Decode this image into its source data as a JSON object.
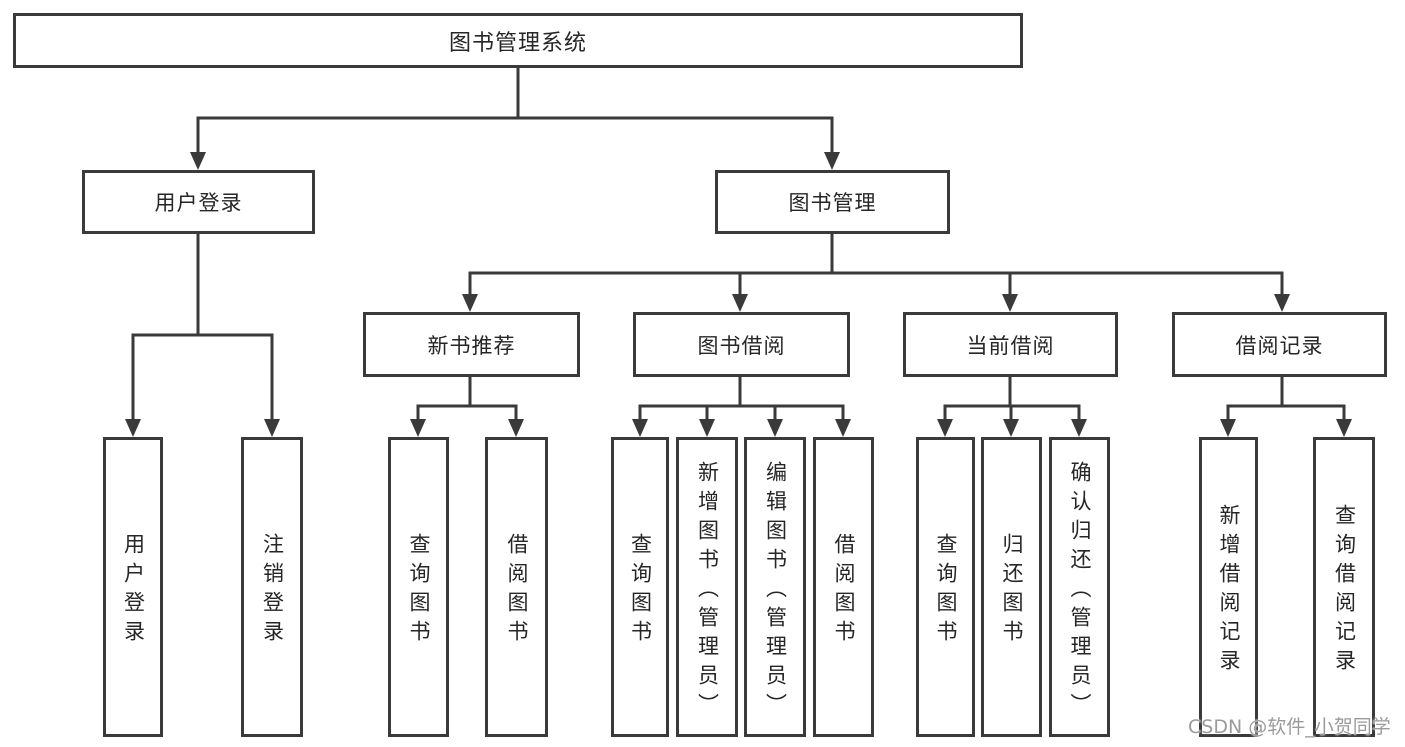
{
  "tree": {
    "label": "图书管理系统",
    "children": [
      {
        "label": "用户登录",
        "children": [
          {
            "label": "用户登录"
          },
          {
            "label": "注销登录"
          }
        ]
      },
      {
        "label": "图书管理",
        "children": [
          {
            "label": "新书推荐",
            "children": [
              {
                "label": "查询图书"
              },
              {
                "label": "借阅图书"
              }
            ]
          },
          {
            "label": "图书借阅",
            "children": [
              {
                "label": "查询图书"
              },
              {
                "label": "新增图书（管理员）"
              },
              {
                "label": "编辑图书（管理员）"
              },
              {
                "label": "借阅图书"
              }
            ]
          },
          {
            "label": "当前借阅",
            "children": [
              {
                "label": "查询图书"
              },
              {
                "label": "归还图书"
              },
              {
                "label": "确认归还（管理员）"
              }
            ]
          },
          {
            "label": "借阅记录",
            "children": [
              {
                "label": "新增借阅记录"
              },
              {
                "label": "查询借阅记录"
              }
            ]
          }
        ]
      }
    ]
  },
  "watermark": "CSDN @软件_小贺同学",
  "colors": {
    "line": "#3a3a3a",
    "text": "#262626",
    "watermark": "#9b9b9b",
    "background": "#ffffff"
  }
}
